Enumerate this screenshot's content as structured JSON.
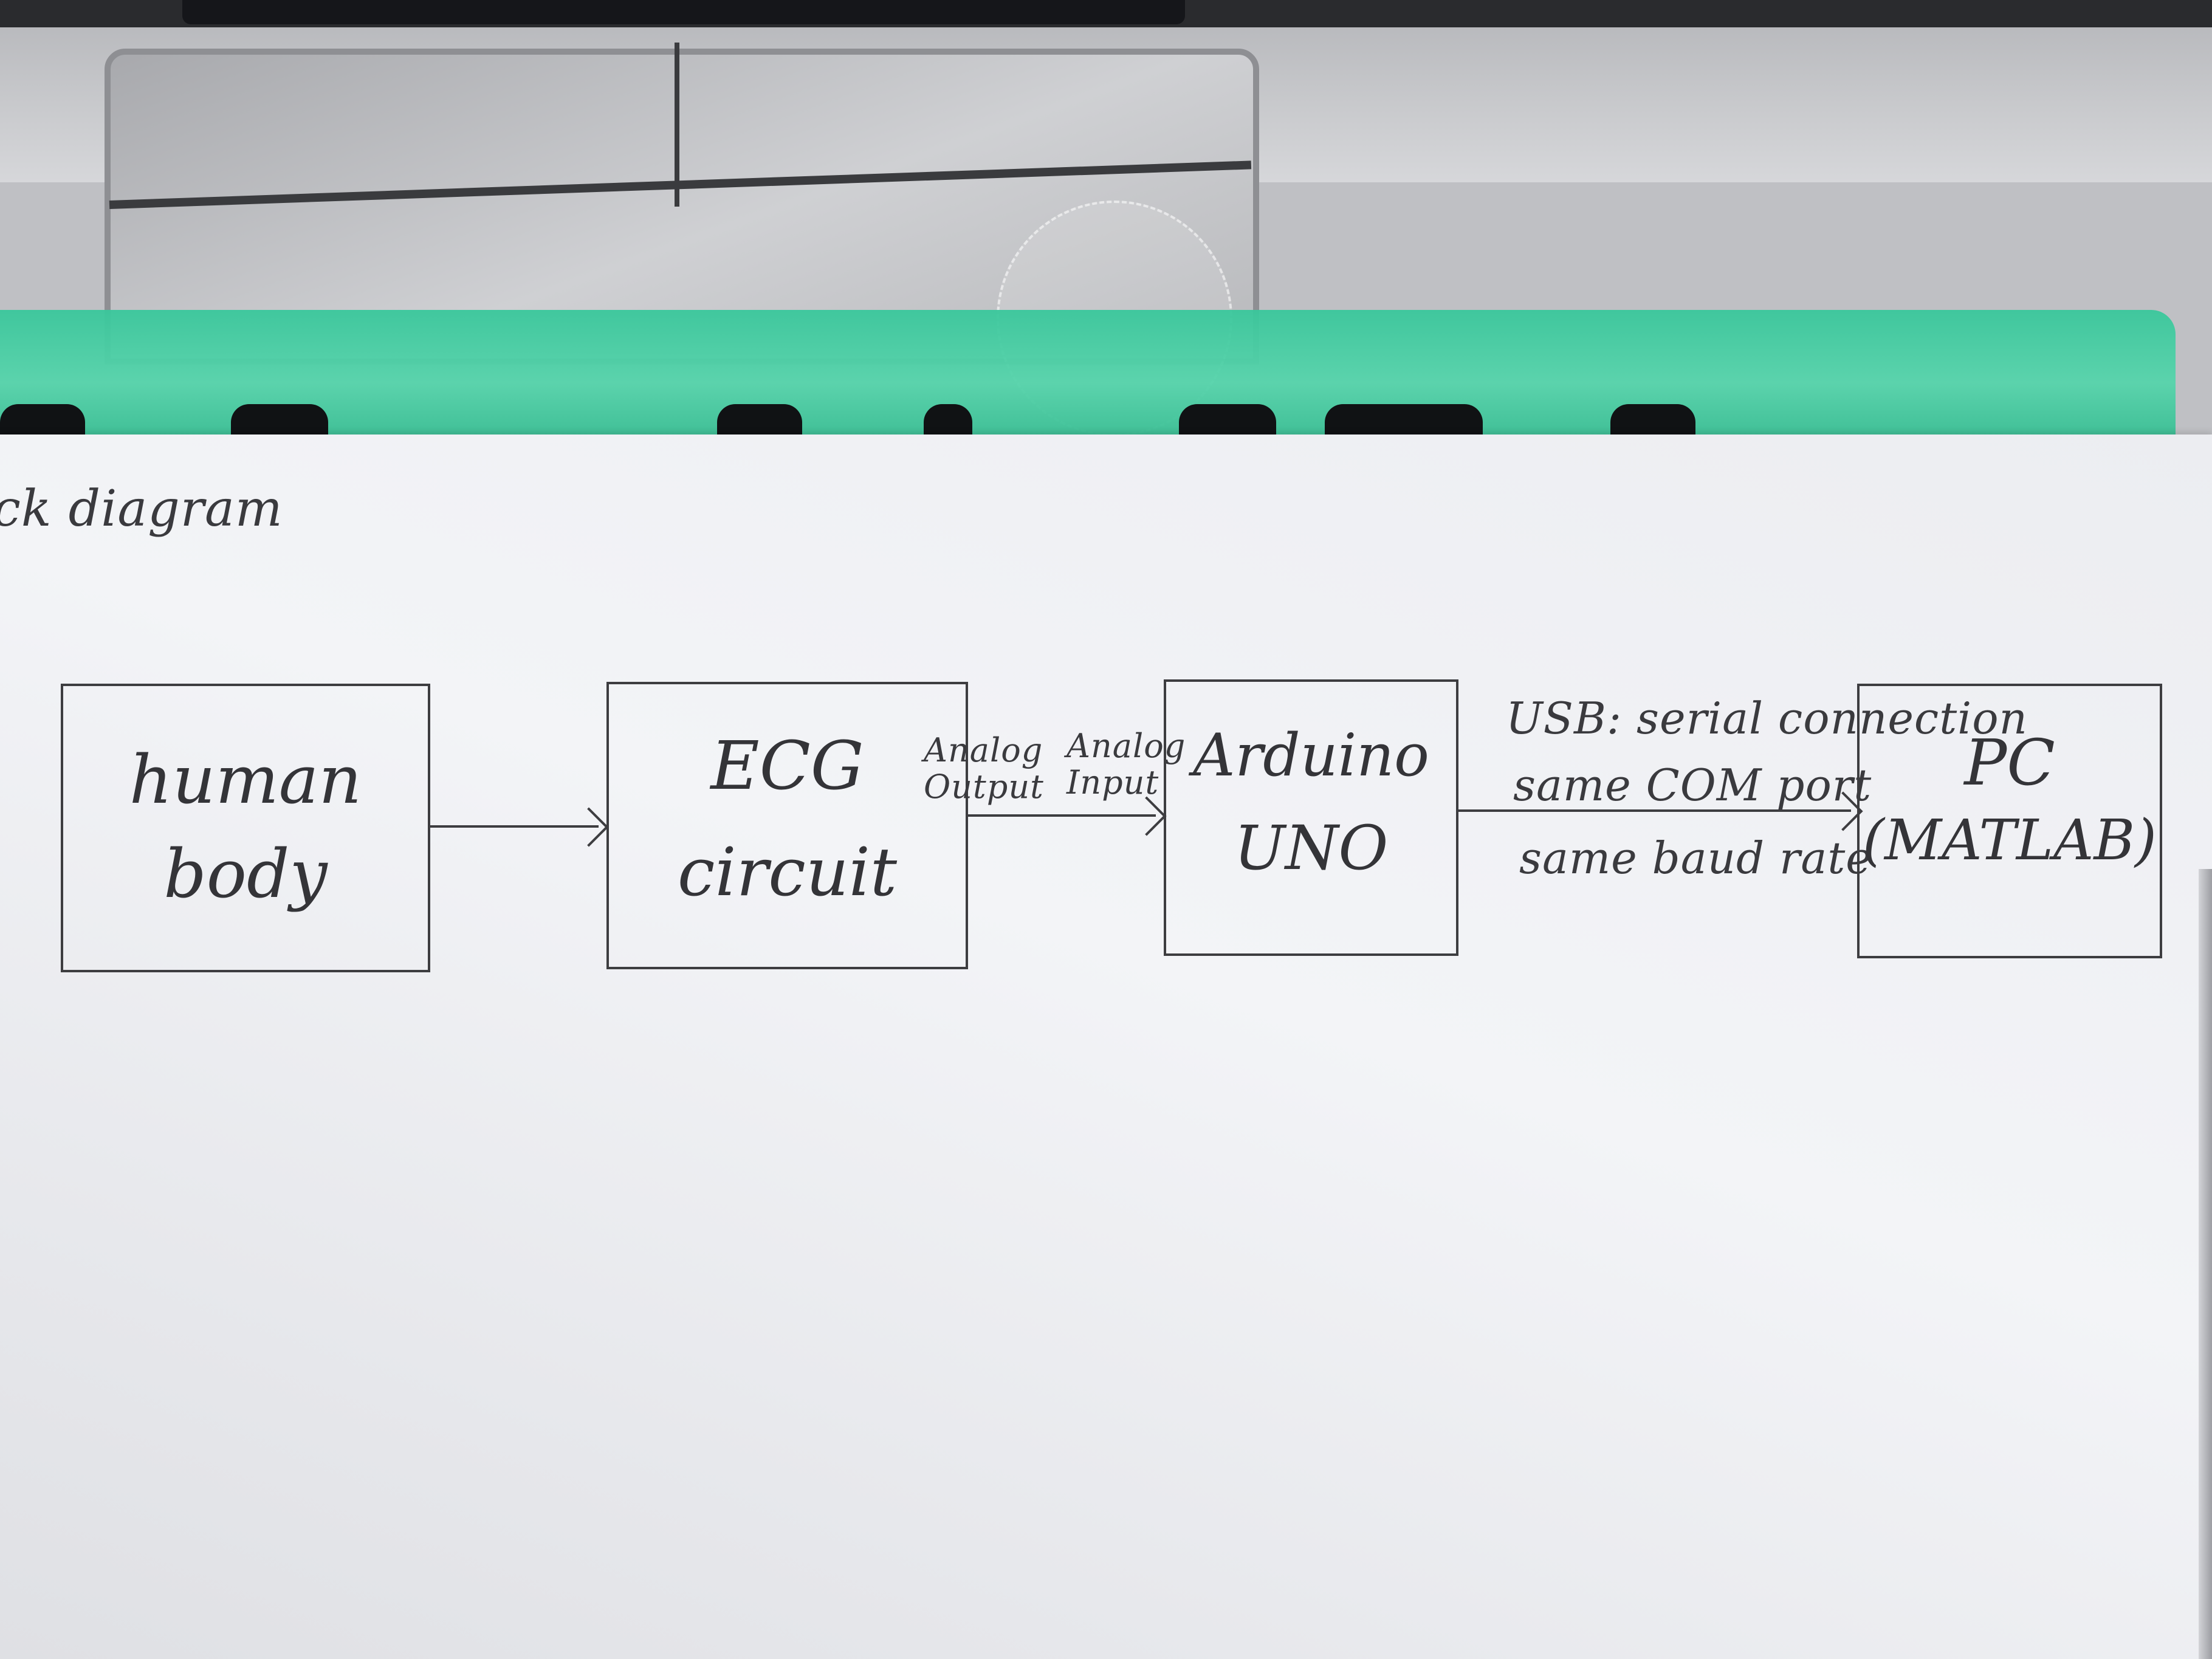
{
  "diagram": {
    "title": "ck diagram",
    "blocks": [
      {
        "line1": "human",
        "line2": "body"
      },
      {
        "line1": "ECG",
        "line2": "circuit"
      },
      {
        "line1": "Arduino",
        "line2": "UNO"
      },
      {
        "line1": "PC",
        "line2": "(MATLAB)"
      }
    ],
    "labels": {
      "ecg_output": {
        "line1": "Analog",
        "line2": "Output"
      },
      "arduino_input": {
        "line1": "Analog",
        "line2": "Input"
      },
      "usb": [
        "USB: serial connection",
        "same COM port",
        "same baud rate"
      ]
    }
  }
}
